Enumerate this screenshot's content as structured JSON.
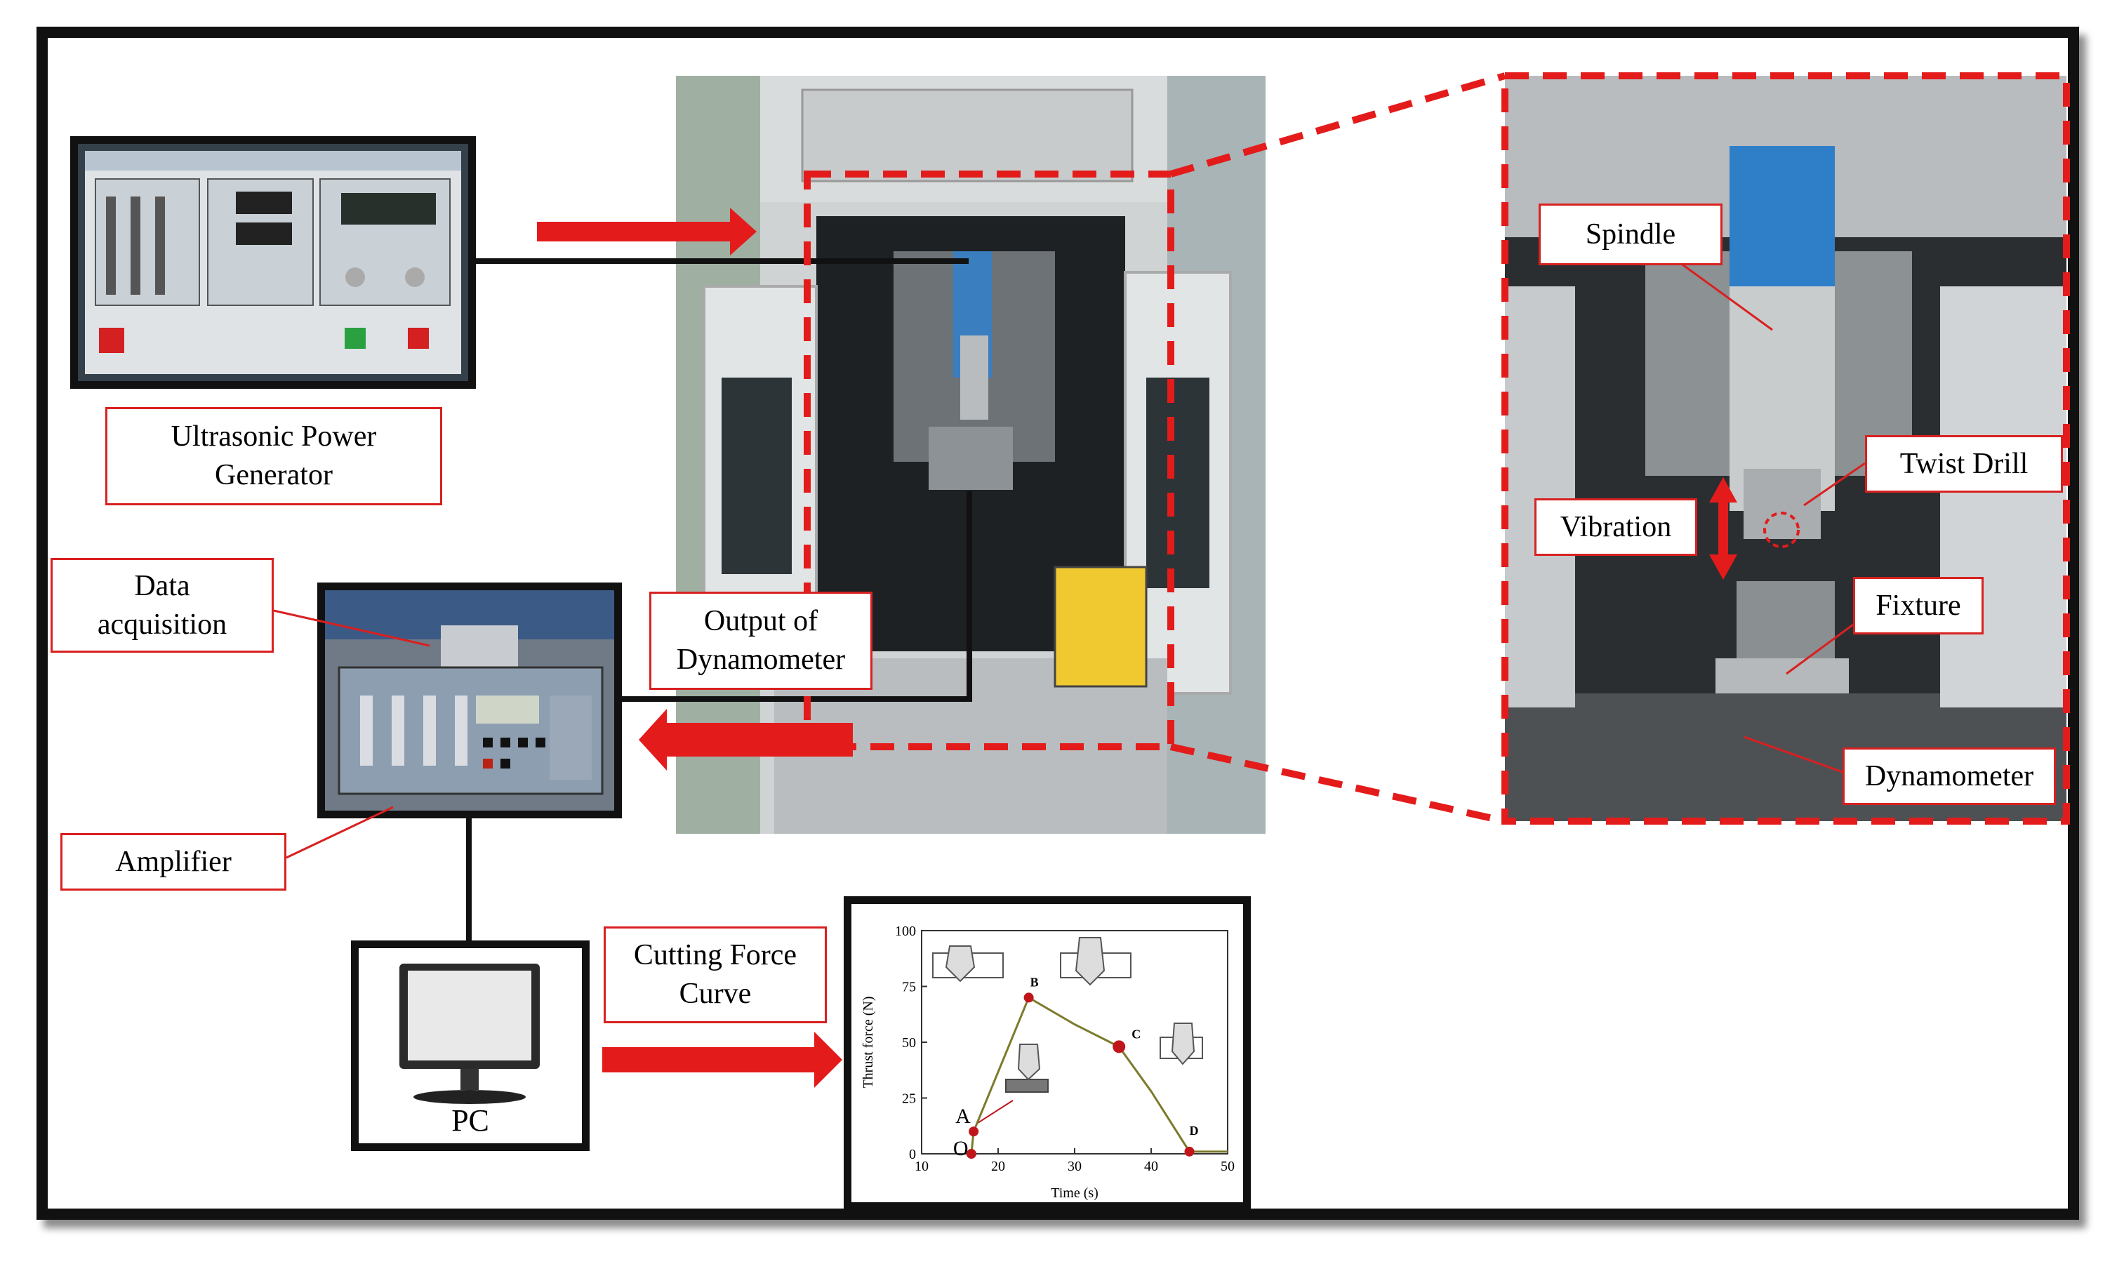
{
  "labels": {
    "ultrasonic_power_generator": "Ultrasonic Power\nGenerator",
    "data_acquisition": "Data\nacquisition",
    "amplifier": "Amplifier",
    "output_of_dynamometer": "Output of\nDynamometer",
    "cutting_force_curve": "Cutting Force\nCurve",
    "pc": "PC",
    "spindle": "Spindle",
    "twist_drill": "Twist Drill",
    "vibration": "Vibration",
    "fixture": "Fixture",
    "dynamometer": "Dynamometer"
  },
  "colors": {
    "arrow": "#e41b1b",
    "dashed_box": "#e41b1b",
    "label_border": "#d92020",
    "frame": "#111111",
    "curve": "#7c7a2c",
    "point": "#c0151a"
  },
  "icons": [
    "monitor-icon"
  ],
  "chart_data": {
    "type": "line",
    "title": "",
    "xlabel": "Time (s)",
    "ylabel": "Thrust force (N)",
    "xlim": [
      10,
      50
    ],
    "ylim": [
      0,
      100
    ],
    "xticks": [
      10,
      20,
      30,
      40,
      50
    ],
    "yticks": [
      0,
      25,
      50,
      75,
      100
    ],
    "series": [
      {
        "x": [
          16.5,
          16.8,
          24,
          30,
          35.8,
          40,
          45,
          50
        ],
        "y": [
          0,
          10,
          70,
          58,
          48,
          28,
          1,
          1
        ]
      }
    ],
    "points": [
      {
        "label": "O",
        "x": 16.5,
        "y": 0
      },
      {
        "label": "A",
        "x": 16.8,
        "y": 10
      },
      {
        "label": "B",
        "x": 24,
        "y": 70
      },
      {
        "label": "C",
        "x": 35.8,
        "y": 48
      },
      {
        "label": "D",
        "x": 45,
        "y": 1
      }
    ]
  }
}
